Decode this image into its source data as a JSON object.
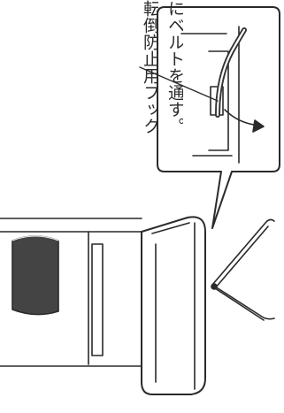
{
  "caption": {
    "line_1": "転倒防止用フック",
    "line_2": "にベルトを通す。"
  },
  "colors": {
    "line": "#2a2a2a",
    "paper": "#ffffff",
    "shade": "#444444"
  },
  "icons": [
    "hook-detail-callout",
    "cabinet-illustration",
    "safety-belt"
  ]
}
